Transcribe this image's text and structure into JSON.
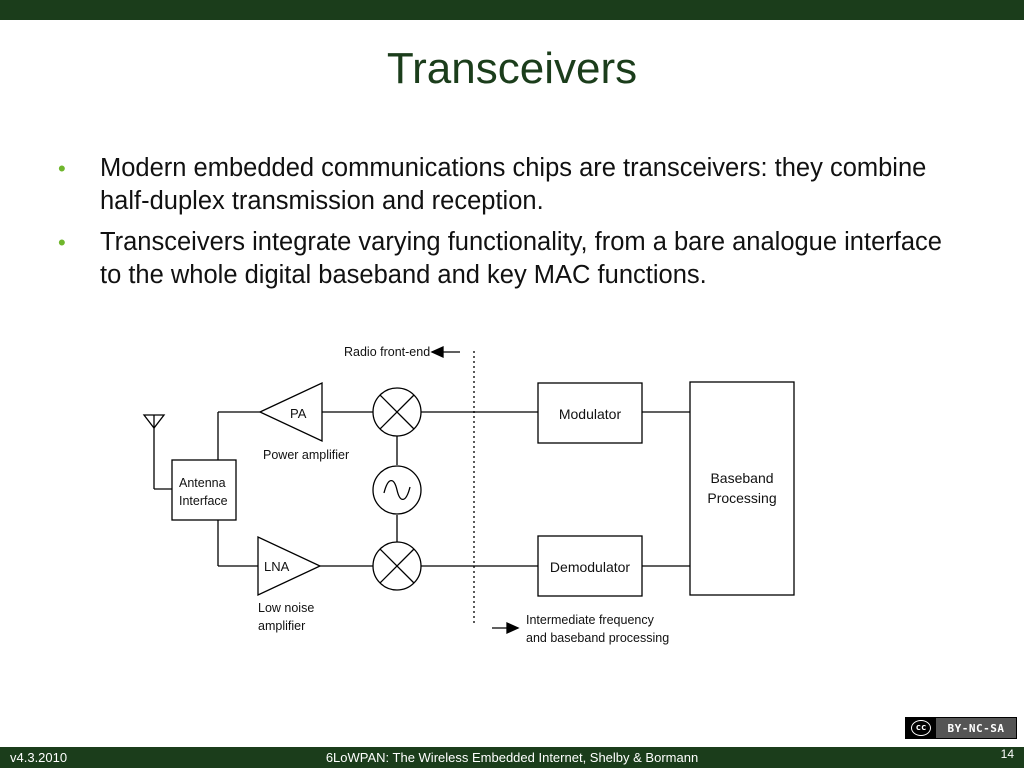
{
  "slide": {
    "title": "Transceivers",
    "bullets": [
      "Modern embedded communications chips are transceivers: they combine half-duplex transmission and reception.",
      "Transceivers integrate varying functionality, from a bare analogue interface to the whole digital baseband and key MAC functions."
    ],
    "bullet_color": "#6fb62c",
    "theme_color": "#1b3d1b"
  },
  "diagram": {
    "radio_front_end": "Radio front-end",
    "pa": "PA",
    "pa_caption": "Power amplifier",
    "lna": "LNA",
    "lna_caption_1": "Low noise",
    "lna_caption_2": "amplifier",
    "antenna_1": "Antenna",
    "antenna_2": "Interface",
    "modulator": "Modulator",
    "demodulator": "Demodulator",
    "baseband_1": "Baseband",
    "baseband_2": "Processing",
    "if_1": "Intermediate frequency",
    "if_2": "and baseband processing"
  },
  "license": {
    "cc": "cc",
    "text": "BY-NC-SA"
  },
  "footer": {
    "version": "v4.3.2010",
    "text": "6LoWPAN: The Wireless Embedded Internet, Shelby & Bormann",
    "page": "14"
  }
}
